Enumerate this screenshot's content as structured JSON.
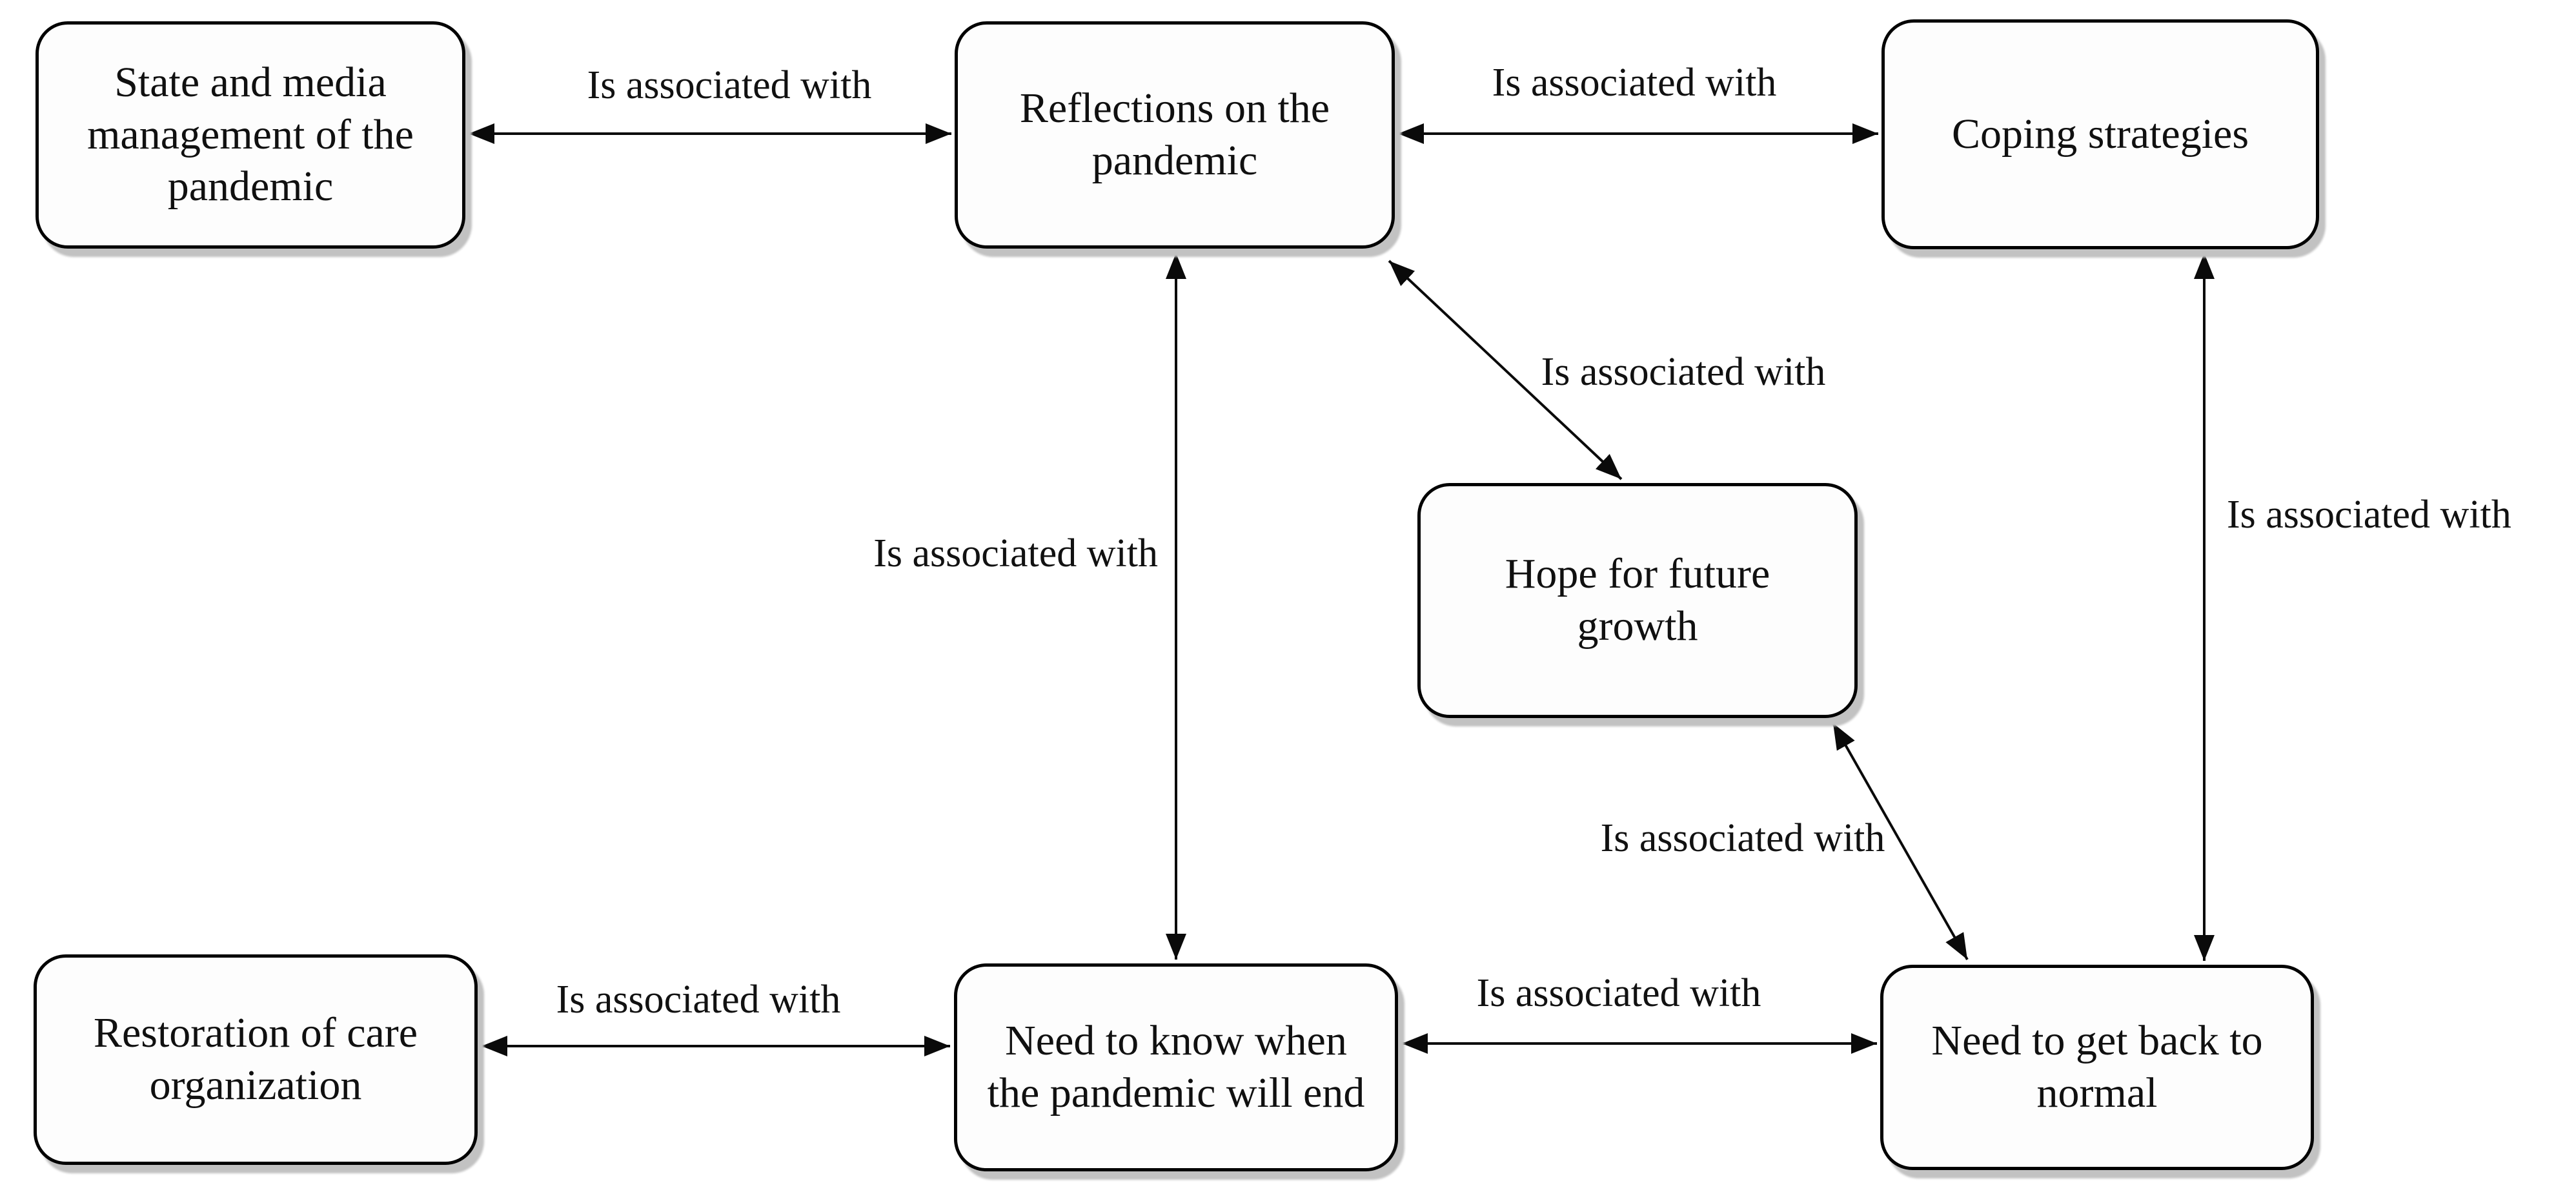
{
  "diagram": {
    "type": "concept-map",
    "relationship_label": "Is associated with",
    "nodes": [
      {
        "id": "state-media-management",
        "label": "State and media\nmanagement of the\npandemic"
      },
      {
        "id": "reflections-on-pandemic",
        "label": "Reflections on the\npandemic"
      },
      {
        "id": "coping-strategies",
        "label": "Coping strategies"
      },
      {
        "id": "hope-for-future-growth",
        "label": "Hope for future\ngrowth"
      },
      {
        "id": "restoration-of-care",
        "label": "Restoration of care\norganization"
      },
      {
        "id": "need-to-know-when-end",
        "label": "Need to know when\nthe pandemic will end"
      },
      {
        "id": "need-to-get-back-normal",
        "label": "Need to get back to\nnormal"
      }
    ],
    "edges": [
      {
        "from": "state-media-management",
        "to": "reflections-on-pandemic",
        "label": "Is associated with",
        "direction": "bidirectional"
      },
      {
        "from": "reflections-on-pandemic",
        "to": "coping-strategies",
        "label": "Is associated with",
        "direction": "bidirectional"
      },
      {
        "from": "reflections-on-pandemic",
        "to": "need-to-know-when-end",
        "label": "Is associated with",
        "direction": "bidirectional"
      },
      {
        "from": "coping-strategies",
        "to": "need-to-get-back-normal",
        "label": "Is associated with",
        "direction": "bidirectional"
      },
      {
        "from": "reflections-on-pandemic",
        "to": "hope-for-future-growth",
        "label": "Is associated with",
        "direction": "bidirectional"
      },
      {
        "from": "hope-for-future-growth",
        "to": "need-to-get-back-normal",
        "label": "Is associated with",
        "direction": "bidirectional"
      },
      {
        "from": "restoration-of-care",
        "to": "need-to-know-when-end",
        "label": "Is associated with",
        "direction": "bidirectional"
      },
      {
        "from": "need-to-know-when-end",
        "to": "need-to-get-back-normal",
        "label": "Is associated with",
        "direction": "bidirectional"
      }
    ]
  },
  "colors": {
    "background": "#ffffff",
    "node_fill": "#fdfdfd",
    "node_border": "#000000",
    "node_shadow": "#c2c2c2",
    "line": "#0a0a0a",
    "text": "#111111"
  }
}
